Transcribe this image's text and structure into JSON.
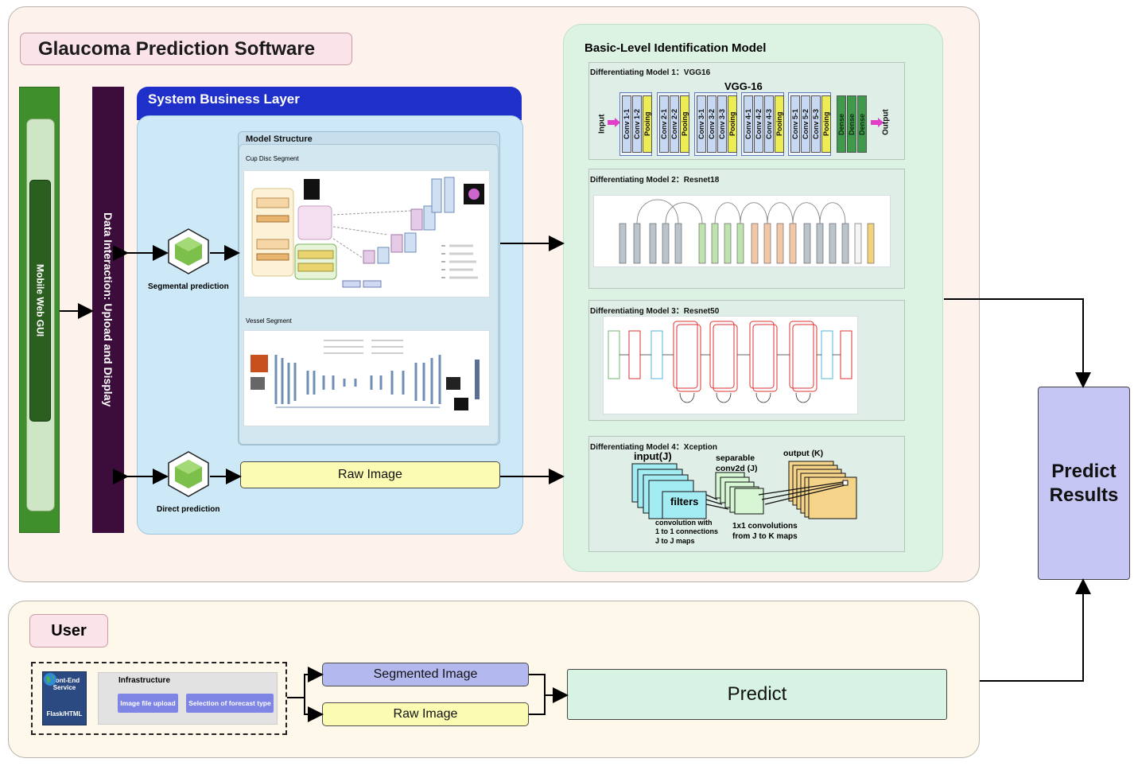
{
  "title": "Glaucoma Prediction Software",
  "left": {
    "gui_label": "Mobile Web GUI",
    "data_interaction_label": "Data Interaction: Upload and Display"
  },
  "system_business_layer": {
    "header": "System Business Layer",
    "model_structure": {
      "title": "Model Structure",
      "cup_disc_segment": "Cup Disc Segment",
      "vessel_segment": "Vessel Segment"
    },
    "segmental_prediction": "Segmental prediction",
    "direct_prediction": "Direct prediction",
    "raw_image": "Raw Image"
  },
  "identification_model": {
    "title": "Basic-Level Identification Model",
    "model1": {
      "title": "Differentiating Model 1：VGG16",
      "name": "VGG-16",
      "input": "Input",
      "output": "Output",
      "layers": [
        "Conv 1-1",
        "Conv 1-2",
        "Pooing",
        "Conv 2-1",
        "Conv 2-2",
        "Pooing",
        "Conv 3-1",
        "Conv 3-2",
        "Conv 3-3",
        "Pooing",
        "Conv 4-1",
        "Conv 4-2",
        "Conv 4-3",
        "Pooing",
        "Conv 5-1",
        "Conv 5-2",
        "Conv 5-3",
        "Pooing",
        "Dense",
        "Dense",
        "Dense"
      ]
    },
    "model2": {
      "title": "Differentiating Model 2：Resnet18"
    },
    "model3": {
      "title": "Differentiating Model 3：Resnet50"
    },
    "model4": {
      "title": "Differentiating Model 4：Xception",
      "input": "input(J)",
      "filters": "filters",
      "separable_line1": "separable",
      "separable_line2": "conv2d (J)",
      "output": "output (K)",
      "conv_note_1": "convolution with",
      "conv_note_2": "1 to 1 connections",
      "conv_note_3": "J to J maps",
      "onebyone_1": "1x1 convolutions",
      "onebyone_2": "from J to K maps"
    }
  },
  "predict_results": {
    "line1": "Predict",
    "line2": "Results"
  },
  "user": {
    "label": "User",
    "front_end_line1": "Front-End",
    "front_end_line2": "Service",
    "front_end_line3": "Flask/HTML",
    "infrastructure": "Infrastructure",
    "image_upload": "Image file upload",
    "forecast_type": "Selection of forecast type",
    "segmented_image": "Segmented Image",
    "raw_image": "Raw Image",
    "predict": "Predict"
  },
  "colors": {
    "sbl_header": "#1f2fc9",
    "green_col": "#3f8f2c",
    "purple_col": "#3c0d3b",
    "results": "#c6c6f5"
  }
}
